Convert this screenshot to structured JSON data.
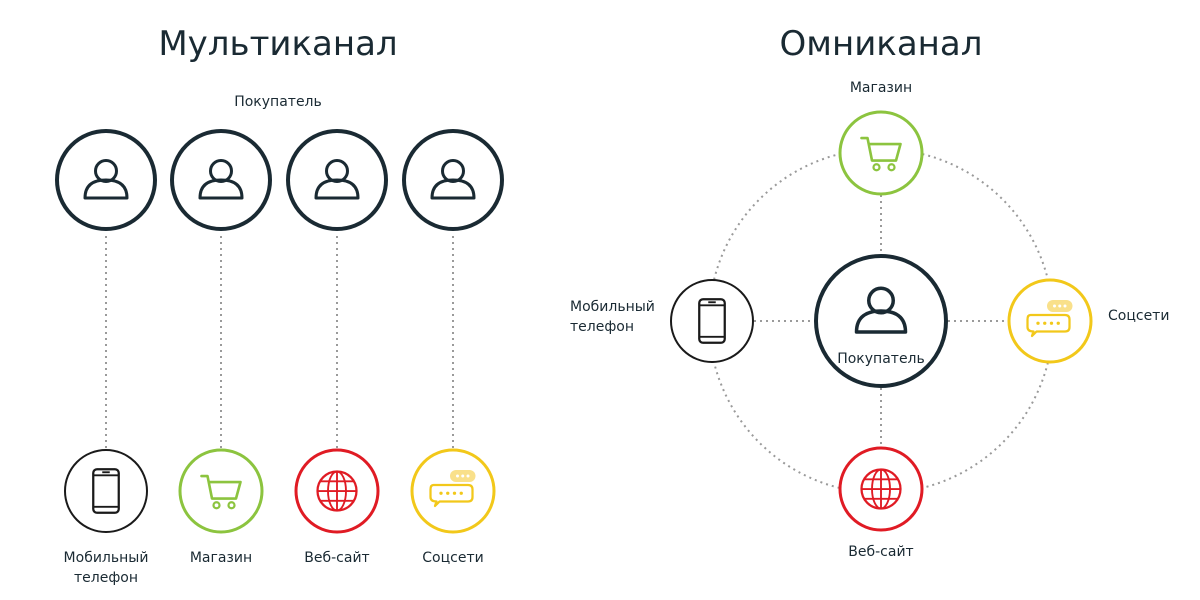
{
  "multichannel": {
    "title": "Мультиканал",
    "buyer_label": "Покупатель",
    "channels": [
      {
        "label_line1": "Мобильный",
        "label_line2": "телефон",
        "icon": "phone-icon",
        "color": "#1a1a1a"
      },
      {
        "label_line1": "Магазин",
        "label_line2": "",
        "icon": "cart-icon",
        "color": "#8cc43f"
      },
      {
        "label_line1": "Веб-сайт",
        "label_line2": "",
        "icon": "globe-icon",
        "color": "#e01b24"
      },
      {
        "label_line1": "Соцсети",
        "label_line2": "",
        "icon": "chat-icon",
        "color": "#f2c81a"
      }
    ]
  },
  "omnichannel": {
    "title": "Омниканал",
    "buyer_label": "Покупатель",
    "store_label": "Магазин",
    "phone_label_line1": "Мобильный",
    "phone_label_line2": "телефон",
    "social_label": "Соцсети",
    "web_label": "Веб-сайт"
  },
  "colors": {
    "dark": "#1a2a33",
    "phone": "#1a1a1a",
    "store": "#8cc43f",
    "web": "#e01b24",
    "social": "#f2c81a",
    "bubble_fill": "#f9e08a"
  }
}
